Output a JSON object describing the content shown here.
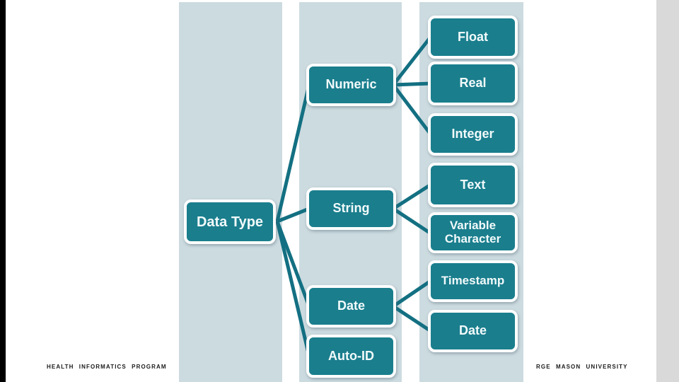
{
  "slide": {
    "footer_left": "HEALTH INFORMATICS PROGRAM",
    "footer_right": "RGE MASON UNIVERSITY"
  },
  "tree": {
    "root": {
      "label": "Data Type"
    },
    "branches": [
      {
        "label": "Numeric",
        "children": [
          {
            "label": "Float"
          },
          {
            "label": "Real"
          },
          {
            "label": "Integer"
          }
        ]
      },
      {
        "label": "String",
        "children": [
          {
            "label": "Text"
          },
          {
            "label": "Variable Character"
          }
        ]
      },
      {
        "label": "Date",
        "children": [
          {
            "label": "Timestamp"
          },
          {
            "label": "Date"
          }
        ]
      },
      {
        "label": "Auto-ID",
        "children": []
      }
    ]
  },
  "colors": {
    "node_fill": "#1a7e8d",
    "connector": "#137082",
    "band": "#ccdbe0",
    "left_bar": "#000000",
    "right_bar": "#d9d9d9"
  }
}
